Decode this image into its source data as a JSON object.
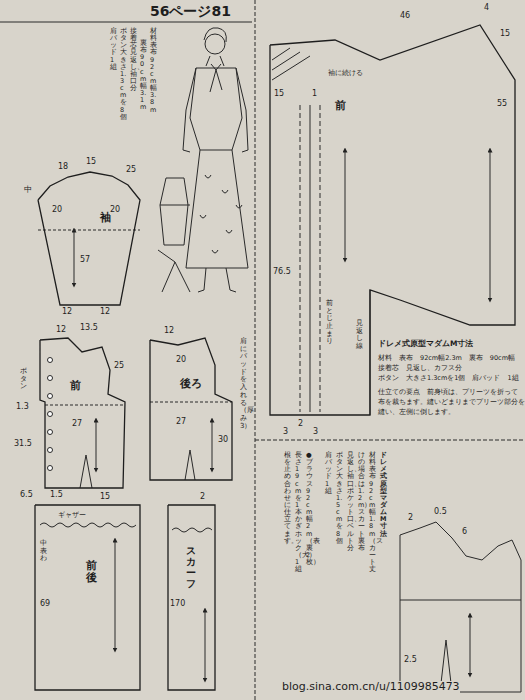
{
  "diagram": {
    "title": "56ページ81",
    "nodes": [
      {
        "text": [
          "袖"
        ]
      },
      {
        "text": [
          "前"
        ]
      },
      {
        "text": [
          "後ろ"
        ]
      },
      {
        "text": [
          "前後"
        ]
      },
      {
        "text": [
          "スカーフ"
        ]
      },
      {
        "text": [
          "前"
        ]
      }
    ],
    "labels": [
      "材料　表布　92cm幅3.8m",
      "裏布　90cm幅3.1m",
      "接着芯　見返し、袖口分",
      "ボタン　大きさ1.3cmを8個",
      "肩パッド　1組",
      "18",
      "15",
      "25",
      "中",
      "20",
      "20",
      "57",
      "12",
      "12",
      "12",
      "13.5",
      "25",
      "27",
      "ボタン",
      "1.3",
      "31.5",
      "6.5",
      "1.5",
      "12",
      "20",
      "27",
      "30",
      "肩にパッドを入れる（厚み3）",
      "15",
      "ギャザー",
      "中表わ",
      "69",
      "170",
      "2",
      "46",
      "4",
      "15",
      "55",
      "15",
      "1",
      "袖に続ける",
      "76.5",
      "前とじ止まり",
      "見返し線",
      "2",
      "3",
      "3",
      "ドレメ式原型マダムM寸法",
      "材料　表布　92cm幅2.3m　裏布　90cm幅",
      "接着芯　見返し、カフス分",
      "ボタン　大きさ1.3cmを1個　肩パッド　1組",
      "仕立ての要点　前身頃は、プリーツを折って",
      "布を裁ちます。縫いどまりまでプリーツ部分を",
      "縫い、左側に倒します。",
      "ドレメ式原型マダムM寸法",
      "材料　表布　92cm幅1.8m（スカート丈",
      "けの場合は1.2m）　スカート裏布",
      "見返し、袖口、ポケット口、ベルト分",
      "ボタン　大きさ1.5cmを8個",
      "肩パッド　1組",
      "●ブラウス　92cm幅2m（表裏2枚）",
      "長さ19cmを1本　かぎホック（大）1組",
      "根を止め合わせに仕立てます。",
      "2",
      "0.5",
      "6",
      "2.5",
      "blog.sina.com.cn/u/1109985473"
    ]
  }
}
